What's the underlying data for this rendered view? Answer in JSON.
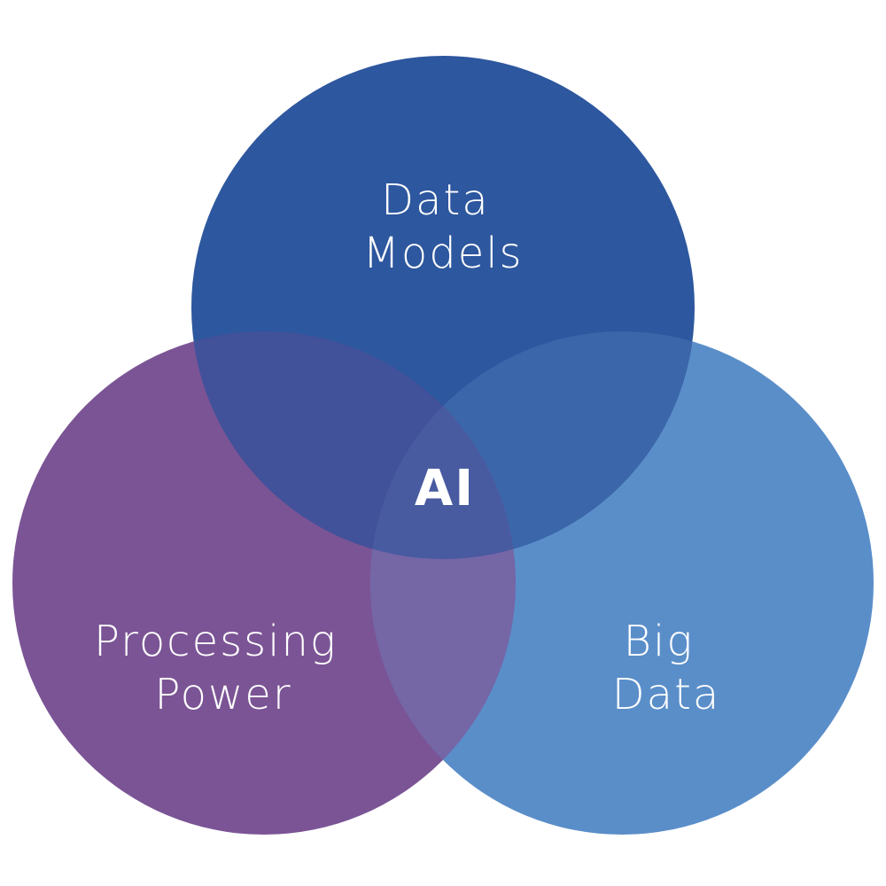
{
  "diagram": {
    "type": "venn",
    "center_label": "AI",
    "circles": [
      {
        "id": "processing-power",
        "label_lines": [
          "Processing",
          "Power"
        ],
        "color": "#7B5495"
      },
      {
        "id": "big-data",
        "label_lines": [
          "Big",
          "Data"
        ],
        "color": "#5A8EC9"
      },
      {
        "id": "data-models",
        "label_lines": [
          "Data",
          "Models"
        ],
        "color": "#2D579E"
      }
    ],
    "overlap_colors": {
      "models_power": "#41519A",
      "models_bigdata": "#3B66AA",
      "power_bigdata": "#7566A6",
      "center": "#485AA0"
    }
  }
}
